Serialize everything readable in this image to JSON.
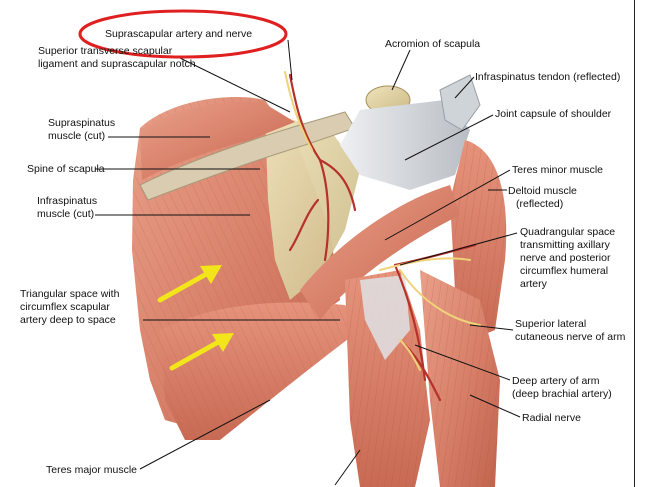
{
  "labels": {
    "suprascapular": "Suprascapular artery and nerve",
    "acromion": "Acromion of scapula",
    "sup_transverse_1": "Superior transverse scapular",
    "sup_transverse_2": "ligament and suprascapular notch",
    "infraspinatus_tendon": "Infraspinatus tendon (reflected)",
    "supraspinatus_1": "Supraspinatus",
    "supraspinatus_2": "muscle (cut)",
    "joint_capsule": "Joint capsule of shoulder",
    "spine": "Spine of scapula",
    "teres_minor": "Teres minor muscle",
    "infraspinatus_1": "Infraspinatus",
    "infraspinatus_2": "muscle (cut)",
    "deltoid_1": "Deltoid muscle",
    "deltoid_2": "(reflected)",
    "quad_1": "Quadrangular space",
    "quad_2": "transmitting axillary",
    "quad_3": "nerve and posterior",
    "quad_4": "circumflex humeral",
    "quad_5": "artery",
    "tri_1": "Triangular space with",
    "tri_2": "circumflex scapular",
    "tri_3": "artery deep to space",
    "sup_lat_1": "Superior lateral",
    "sup_lat_2": "cutaneous nerve of arm",
    "deep_artery_1": "Deep artery of arm",
    "deep_artery_2": "(deep brachial artery)",
    "radial": "Radial nerve",
    "teres_major": "Teres major muscle"
  },
  "colors": {
    "muscle": "#d9826b",
    "muscle_dark": "#b85a45",
    "bone": "#e8dcb0",
    "tendon": "#d8dce0",
    "artery": "#b5312a",
    "nerve": "#f0d27a",
    "highlight": "#e02020",
    "arrow": "#f2e51a"
  }
}
